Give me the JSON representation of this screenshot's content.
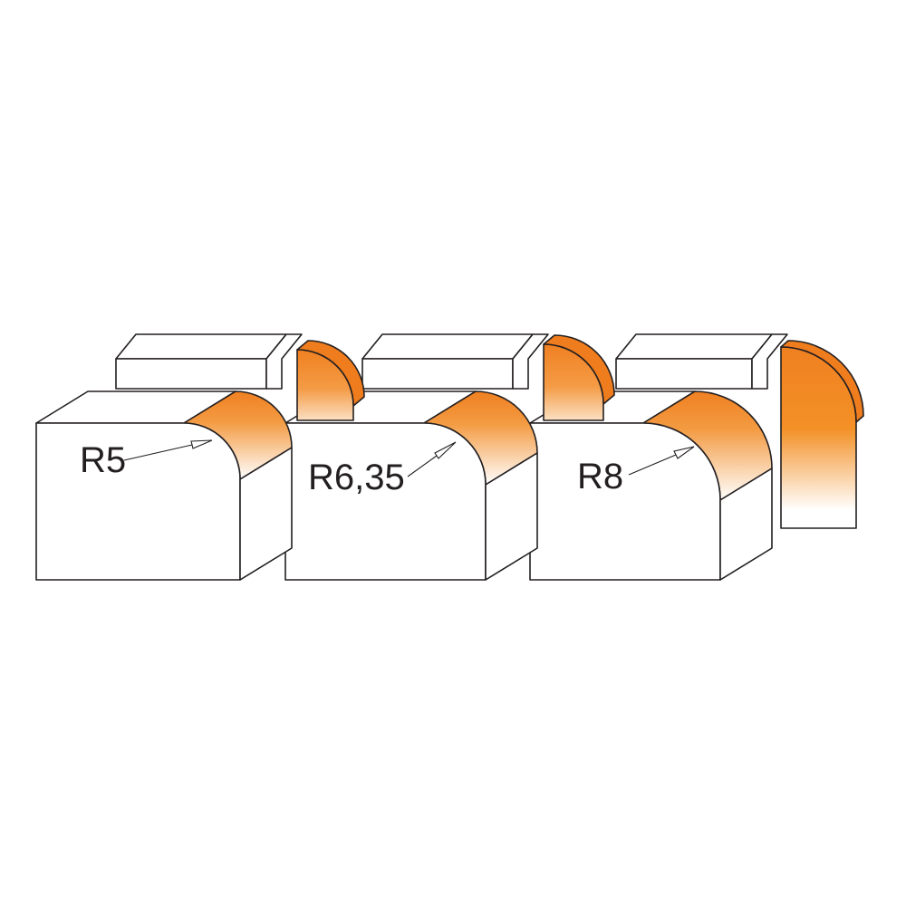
{
  "diagram": {
    "background": "#ffffff",
    "outline_color": "#231f20",
    "accent_color": "#f08021",
    "items": [
      {
        "label": "R5"
      },
      {
        "label": "R6,35"
      },
      {
        "label": "R8"
      }
    ]
  }
}
